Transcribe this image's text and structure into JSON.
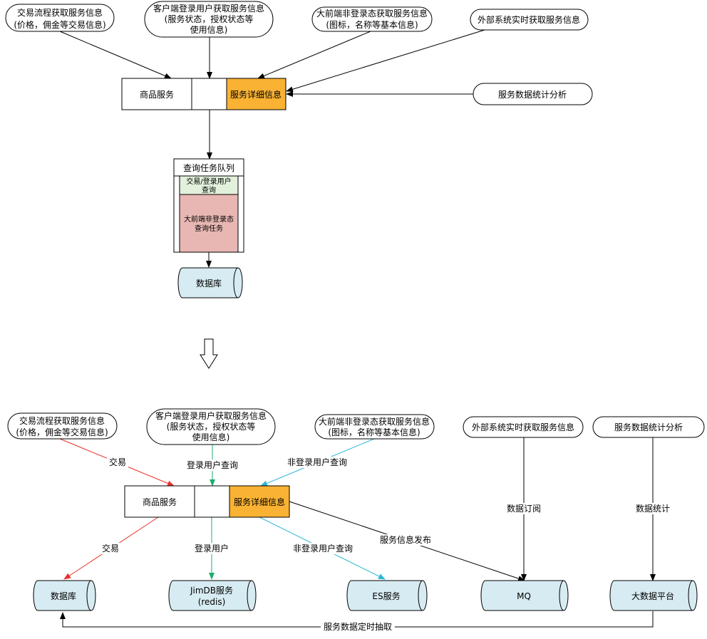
{
  "colors": {
    "highlight": "#f9b233",
    "db": "#d7ebf2",
    "queue_a": "#e2f0dc",
    "queue_b": "#e8b7b3",
    "red": "#e8302a",
    "green": "#1fae6f",
    "cyan": "#2cb6d6",
    "black": "#000000"
  },
  "top": {
    "sources": {
      "trade": [
        "交易流程获取服务信息",
        "(价格，佣金等交易信息)"
      ],
      "client": [
        "客户端登录用户获取服务信息",
        "(服务状态，授权状态等",
        "使用信息)"
      ],
      "front": [
        "大前端非登录态获取服务信息",
        "(图标，名称等基本信息)"
      ],
      "external": "外部系统实时获取服务信息",
      "stats": "服务数据统计分析"
    },
    "service_bar": {
      "goods": "商品服务",
      "detail": "服务详细信息"
    },
    "queue": {
      "title": "查询任务队列",
      "item_a": [
        "交易/登录用户",
        "查询"
      ],
      "item_b": [
        "大前端非登录态",
        "查询任务"
      ]
    },
    "database": "数据库"
  },
  "transition_icon": "down-arrow-icon",
  "bottom": {
    "sources": {
      "trade": [
        "交易流程获取服务信息",
        "(价格，佣金等交易信息)"
      ],
      "client": [
        "客户端登录用户获取服务信息",
        "(服务状态，授权状态等",
        "使用信息)"
      ],
      "front": [
        "大前端非登录态获取服务信息",
        "(图标，名称等基本信息)"
      ],
      "external": "外部系统实时获取服务信息",
      "stats": "服务数据统计分析"
    },
    "service_bar": {
      "goods": "商品服务",
      "detail": "服务详细信息"
    },
    "edge_labels": {
      "trade_in": "交易",
      "login_in": "登录用户查询",
      "nologin_in": "非登录用户查询",
      "trade_out": "交易",
      "login_out": "登录用户",
      "nologin_out": "非登录用户查询",
      "publish": "服务信息发布",
      "subscribe": "数据订阅",
      "statistics": "数据统计",
      "extract": "服务数据定时抽取"
    },
    "stores": {
      "database": "数据库",
      "jimdb": [
        "JimDB服务",
        "(redis)"
      ],
      "es": "ES服务",
      "mq": "MQ",
      "bigdata": "大数据平台"
    }
  }
}
